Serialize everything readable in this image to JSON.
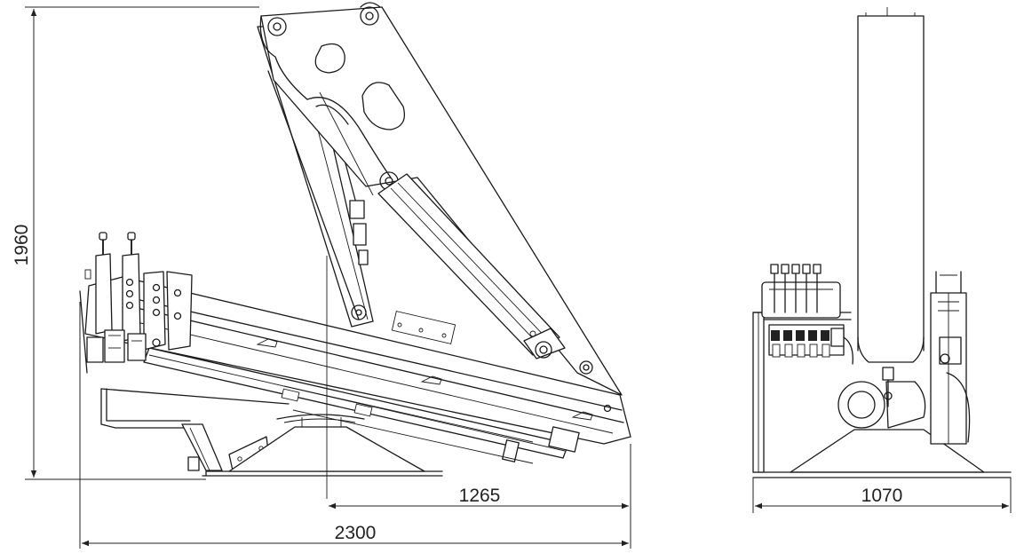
{
  "drawing": {
    "height_dimension": "1960",
    "reach_dimension": "1265",
    "overall_length_dimension": "2300",
    "width_dimension": "1070"
  }
}
